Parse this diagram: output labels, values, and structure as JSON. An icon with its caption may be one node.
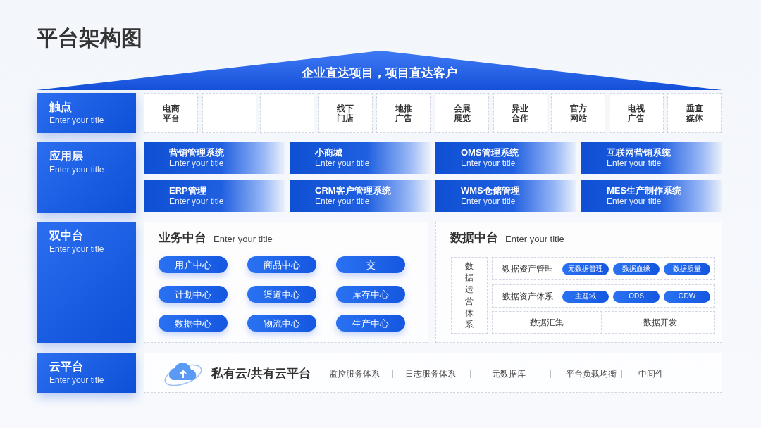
{
  "diagram": {
    "title": "平台架构图",
    "nodes": [
      {
        "text": [
          "企业直达项目，项目直达客户"
        ]
      },
      {
        "text": [
          "触点",
          "Enter your title"
        ]
      },
      {
        "text": [
          "电商平台"
        ]
      },
      {
        "text": [],
        "shape": "box"
      },
      {
        "text": [],
        "shape": "box"
      },
      {
        "text": [
          "线下门店"
        ]
      },
      {
        "text": [
          "地推广告"
        ]
      },
      {
        "text": [
          "会展展览"
        ]
      },
      {
        "text": [
          "异业合作"
        ]
      },
      {
        "text": [
          "官方网站"
        ]
      },
      {
        "text": [
          "电视广告"
        ]
      },
      {
        "text": [
          "垂直媒体"
        ]
      },
      {
        "text": [
          "应用层",
          "Enter your title"
        ]
      },
      {
        "text": [
          "营销管理系统",
          "Enter your title"
        ]
      },
      {
        "text": [
          "小商城",
          "Enter your title"
        ]
      },
      {
        "text": [
          "OMS管理系统",
          "Enter your title"
        ]
      },
      {
        "text": [
          "互联网营销系统",
          "Enter your title"
        ]
      },
      {
        "text": [
          "ERP管理",
          "Enter your title"
        ]
      },
      {
        "text": [
          "CRM客户管理系统",
          "Enter your title"
        ]
      },
      {
        "text": [
          "WMS仓储管理",
          "Enter your title"
        ]
      },
      {
        "text": [
          "MES生产制作系统",
          "Enter your title"
        ]
      },
      {
        "text": [
          "双中台",
          "Enter your title"
        ]
      },
      {
        "text": [
          "业务中台",
          "Enter your title"
        ]
      },
      {
        "text": [
          "用户中心"
        ],
        "in": 22
      },
      {
        "text": [
          "商品中心"
        ],
        "in": 22
      },
      {
        "text": [
          "交"
        ],
        "in": 22
      },
      {
        "text": [
          "计划中心"
        ],
        "in": 22
      },
      {
        "text": [
          "渠道中心"
        ],
        "in": 22
      },
      {
        "text": [
          "库存中心"
        ],
        "in": 22
      },
      {
        "text": [
          "数据中心"
        ],
        "in": 22
      },
      {
        "text": [
          "物流中心"
        ],
        "in": 22
      },
      {
        "text": [
          "生产中心"
        ],
        "in": 22
      },
      {
        "text": [
          "数据中台",
          "Enter your title"
        ]
      },
      {
        "text": [
          "数据运营体系"
        ],
        "in": 32
      },
      {
        "text": [
          "数据资产管理"
        ],
        "in": 32
      },
      {
        "text": [
          "元数据管理"
        ],
        "in": 34
      },
      {
        "text": [
          "数据血缘"
        ],
        "in": 34
      },
      {
        "text": [
          "数据质量"
        ],
        "in": 34
      },
      {
        "text": [
          "数据资产体系"
        ],
        "in": 32
      },
      {
        "text": [
          "主题域"
        ],
        "in": 38
      },
      {
        "text": [
          "ODS"
        ],
        "in": 38
      },
      {
        "text": [
          "ODW"
        ],
        "in": 38
      },
      {
        "text": [
          "数据汇集"
        ],
        "in": 32
      },
      {
        "text": [
          "数据开发"
        ],
        "in": 32
      },
      {
        "text": [
          "云平台",
          "Enter your title"
        ]
      },
      {
        "text": [
          "私有云/共有云平台",
          "监控服务体系",
          "日志服务体系",
          "元数据库",
          "平台负载均衡",
          "中间件"
        ]
      }
    ]
  }
}
